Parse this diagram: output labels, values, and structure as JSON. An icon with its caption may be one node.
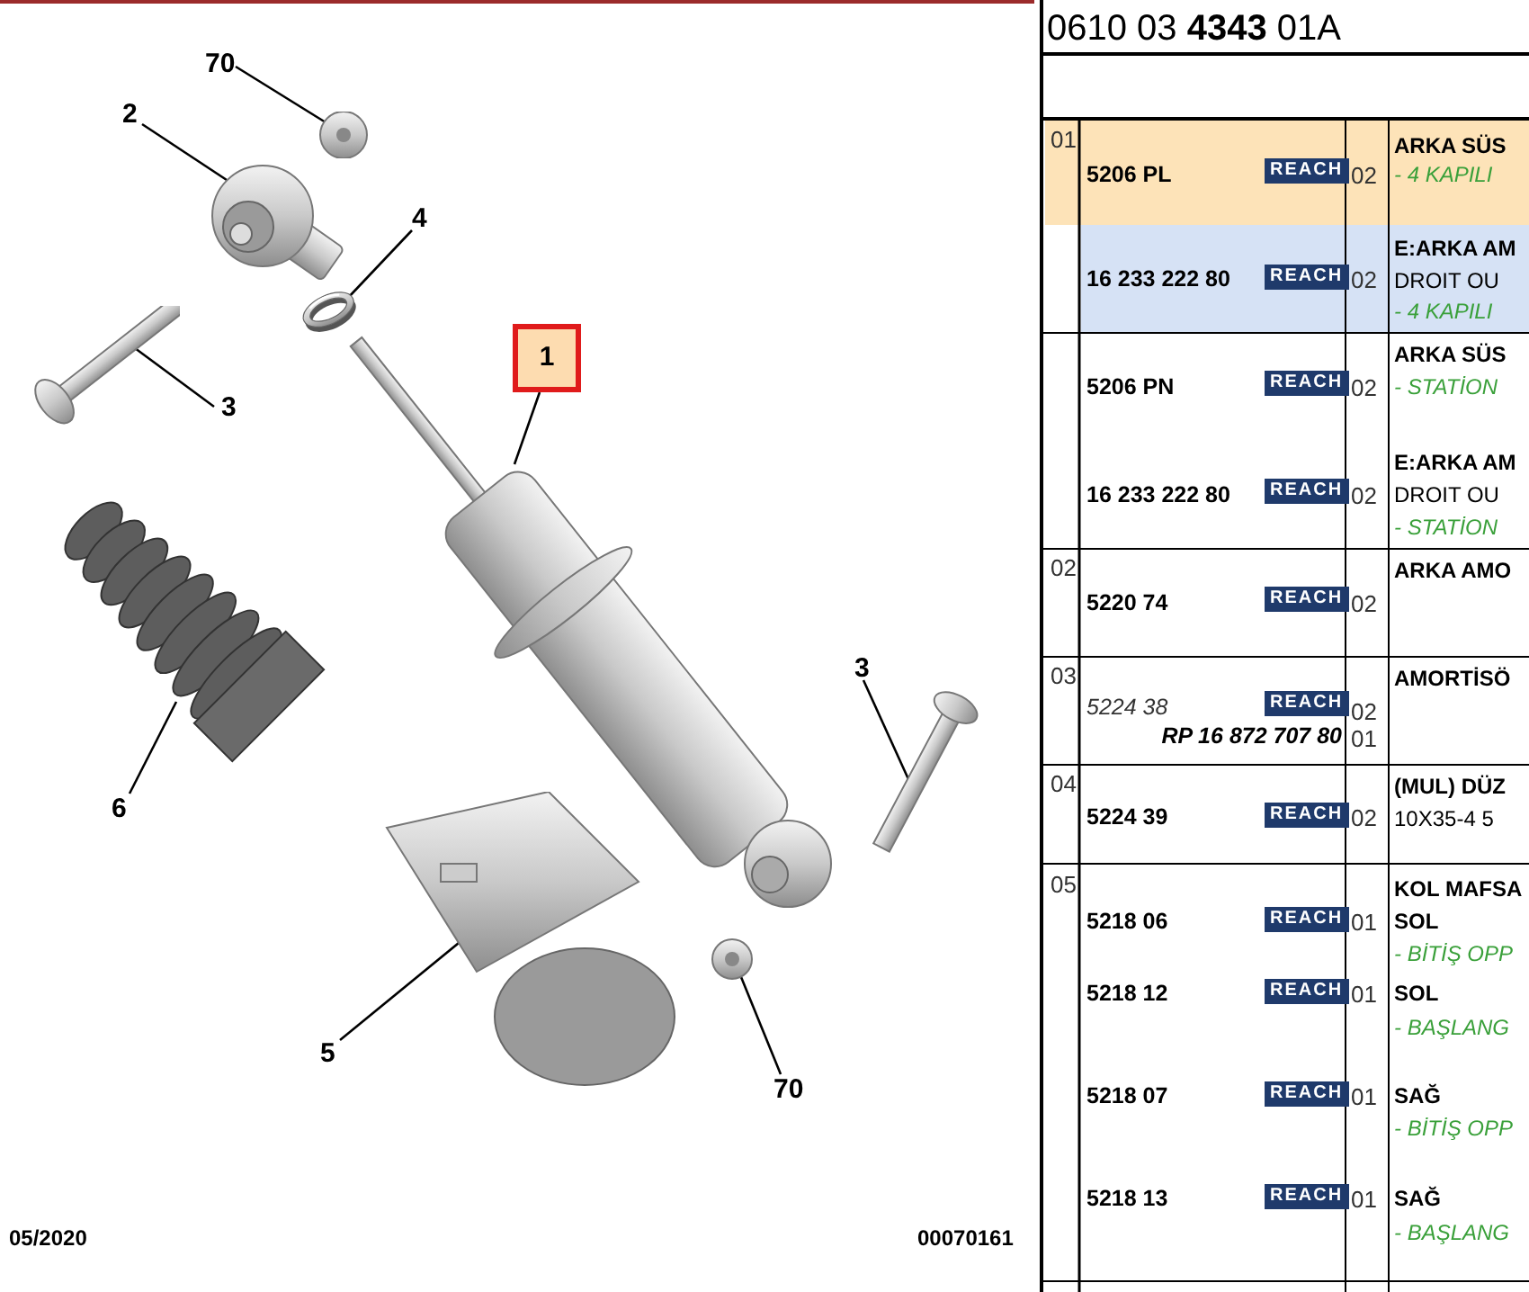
{
  "diagram": {
    "nodes": [
      {
        "text": [
          "70"
        ]
      },
      {
        "text": [
          "2"
        ]
      },
      {
        "text": [
          "4"
        ]
      },
      {
        "text": [
          "1"
        ]
      },
      {
        "text": [
          "3"
        ]
      },
      {
        "text": [
          "6"
        ]
      },
      {
        "text": [
          "5"
        ]
      },
      {
        "text": [
          "3"
        ]
      },
      {
        "text": [
          "70"
        ]
      },
      {
        "text": [],
        "shape": "picture"
      },
      {
        "text": [],
        "shape": "picture"
      },
      {
        "text": [],
        "shape": "picture"
      },
      {
        "text": [],
        "shape": "picture"
      },
      {
        "text": [],
        "shape": "picture"
      },
      {
        "text": [],
        "shape": "picture"
      },
      {
        "text": [],
        "shape": "picture"
      },
      {
        "text": [],
        "shape": "picture"
      },
      {
        "text": [],
        "shape": "picture"
      }
    ],
    "edges": [
      {
        "from": 0,
        "to": 9,
        "arrow": "none"
      },
      {
        "from": 1,
        "to": 10,
        "arrow": "none"
      },
      {
        "from": 2,
        "to": 12,
        "arrow": "none"
      },
      {
        "from": 3,
        "to": 13,
        "arrow": "none"
      },
      {
        "from": 4,
        "to": 11,
        "arrow": "none"
      },
      {
        "from": 5,
        "to": 14,
        "arrow": "none"
      },
      {
        "from": 6,
        "to": 15,
        "arrow": "none"
      },
      {
        "from": 7,
        "to": 16,
        "arrow": "none"
      },
      {
        "from": 8,
        "to": 17,
        "arrow": "none"
      }
    ],
    "labels": [
      "0610 03 **4343** 01A",
      "01",
      "5206 PL",
      "REACH",
      "02",
      "ARKA SÜS",
      "- 4 KAPILI",
      "16 233 222 80",
      "REACH",
      "02",
      "E:ARKA AM",
      "DROIT OU",
      "- 4 KAPILI",
      "5206 PN",
      "REACH",
      "02",
      "ARKA SÜS",
      "- STATİON",
      "16 233 222 80",
      "REACH",
      "02",
      "E:ARKA AM",
      "DROIT OU",
      "- STATİON",
      "02",
      "5220 74",
      "REACH",
      "02",
      "ARKA AMO",
      "03",
      "5224 38",
      "REACH",
      "02",
      "RP 16 872 707 80",
      "01",
      "AMORTİSÖ",
      "04",
      "5224 39",
      "REACH",
      "02",
      "(MUL) DÜZ",
      "10X35-4 5",
      "05",
      "KOL MAFSA",
      "5218 06",
      "REACH",
      "01",
      "SOL",
      "- BİTİŞ OPP",
      "5218 12",
      "REACH",
      "01",
      "SOL",
      "- BAŞLANG",
      "5218 07",
      "REACH",
      "01",
      "SAĞ",
      "- BİTİŞ OPP",
      "5218 13",
      "REACH",
      "01",
      "SAĞ",
      "05/2020",
      "00070161",
      "- BAŞLANG"
    ]
  }
}
